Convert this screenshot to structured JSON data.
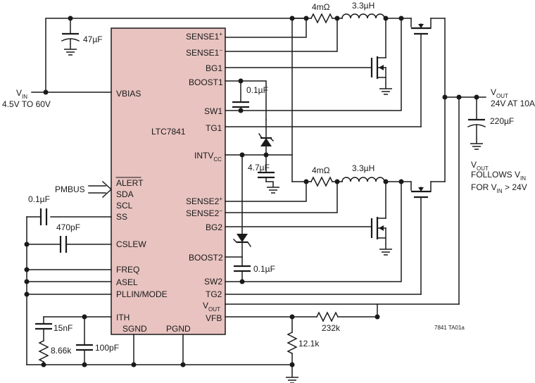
{
  "chip": {
    "name": "LTC7841",
    "pins_right": {
      "sense1p": "SENSE1",
      "sense1m": "SENSE1",
      "bg1": "BG1",
      "boost1": "BOOST1",
      "sw1": "SW1",
      "tg1": "TG1",
      "intv": "INTV",
      "intv_sub": "CC",
      "sense2p": "SENSE2",
      "sense2m": "SENSE2",
      "bg2": "BG2",
      "boost2": "BOOST2",
      "sw2": "SW2",
      "tg2": "TG2",
      "vout": "V",
      "vout_sub": "OUT",
      "vfb": "VFB"
    },
    "pins_left": {
      "vbias": "VBIAS",
      "alert": "ALERT",
      "sda": "SDA",
      "scl": "SCL",
      "ss": "SS",
      "cslew": "CSLEW",
      "freq": "FREQ",
      "asel": "ASEL",
      "pllin": "PLLIN/MODE",
      "ith": "ITH"
    },
    "pins_bottom": {
      "sgnd": "SGND",
      "pgnd": "PGND"
    },
    "plus": "+",
    "minus": "−"
  },
  "input": {
    "vin_main": "V",
    "vin_sub": "IN",
    "range": "4.5V TO 60V",
    "cap": "47µF",
    "pmbus": "PMBUS"
  },
  "output": {
    "vout_main": "V",
    "vout_sub": "OUT",
    "spec": "24V AT 10A",
    "cap": "220µF",
    "note_l1_main": "V",
    "note_l1_sub": "OUT",
    "note_l2_main": "FOLLOWS V",
    "note_l2_sub": "IN",
    "note_l3_pre": "FOR V",
    "note_l3_sub": "IN",
    "note_l3_post": " > 24V"
  },
  "components": {
    "rsense1": "4mΩ",
    "l1": "3.3µH",
    "rsense2": "4mΩ",
    "l2": "3.3µH",
    "cboost1": "0.1µF",
    "cboost2": "0.1µF",
    "cintv": "4.7µF",
    "css": "0.1µF",
    "cslew": "470pF",
    "cith1": "15nF",
    "rith": "8.66k",
    "cith2": "100pF",
    "rfb_top": "232k",
    "rfb_bot": "12.1k"
  },
  "footer": "7841 TA01a"
}
